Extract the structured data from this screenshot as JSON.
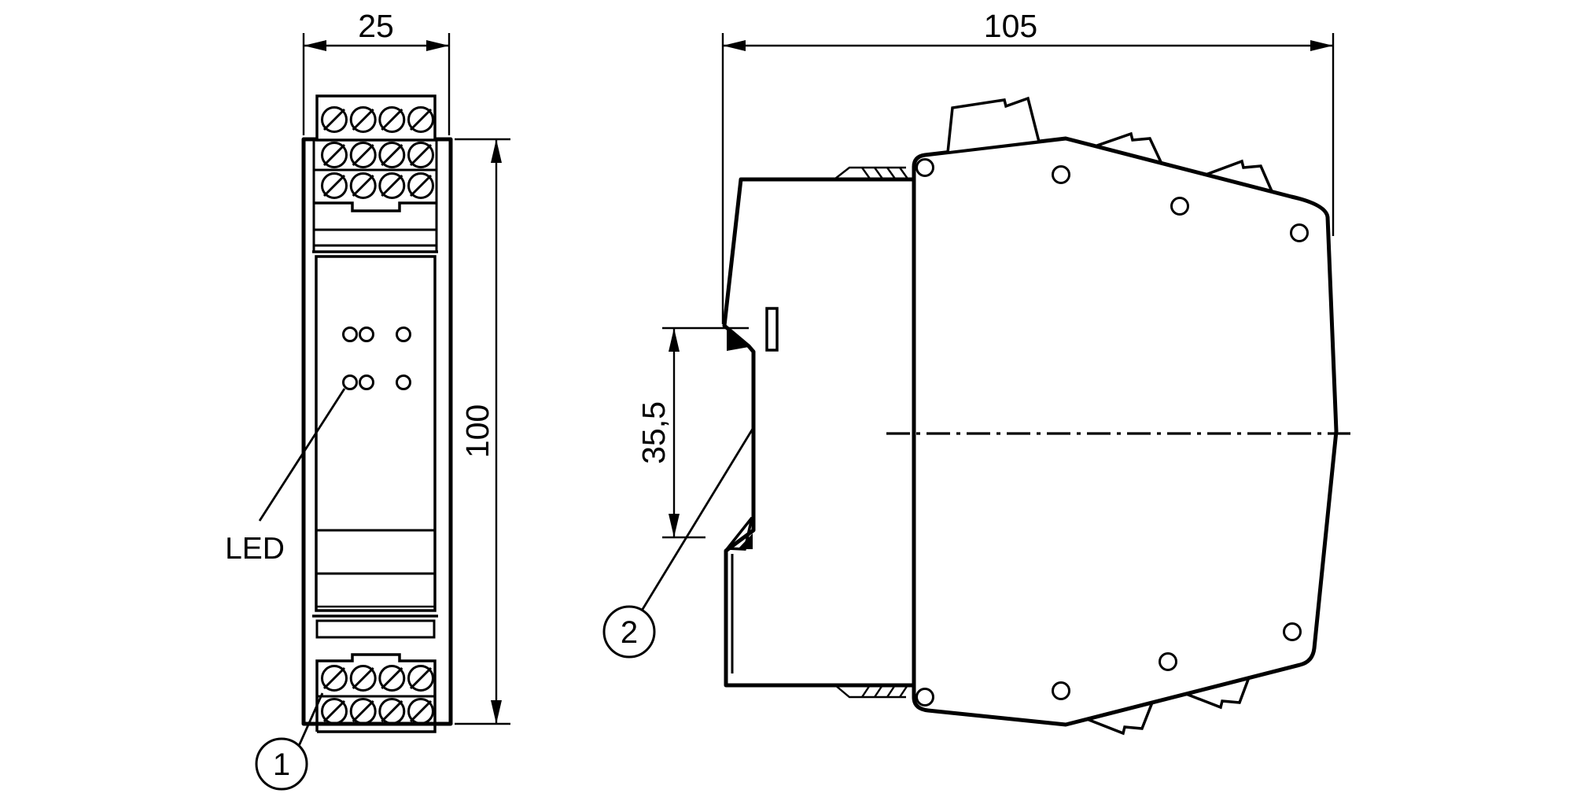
{
  "colors": {
    "background": "#ffffff",
    "line_color": "#000000"
  },
  "front_view": {
    "width_dimension": "25",
    "height_dimension": "100",
    "led_label": "LED",
    "callout_terminals": "1"
  },
  "side_view": {
    "depth_dimension": "105",
    "din_rail_dimension": "35,5",
    "callout_din_clip": "2"
  }
}
